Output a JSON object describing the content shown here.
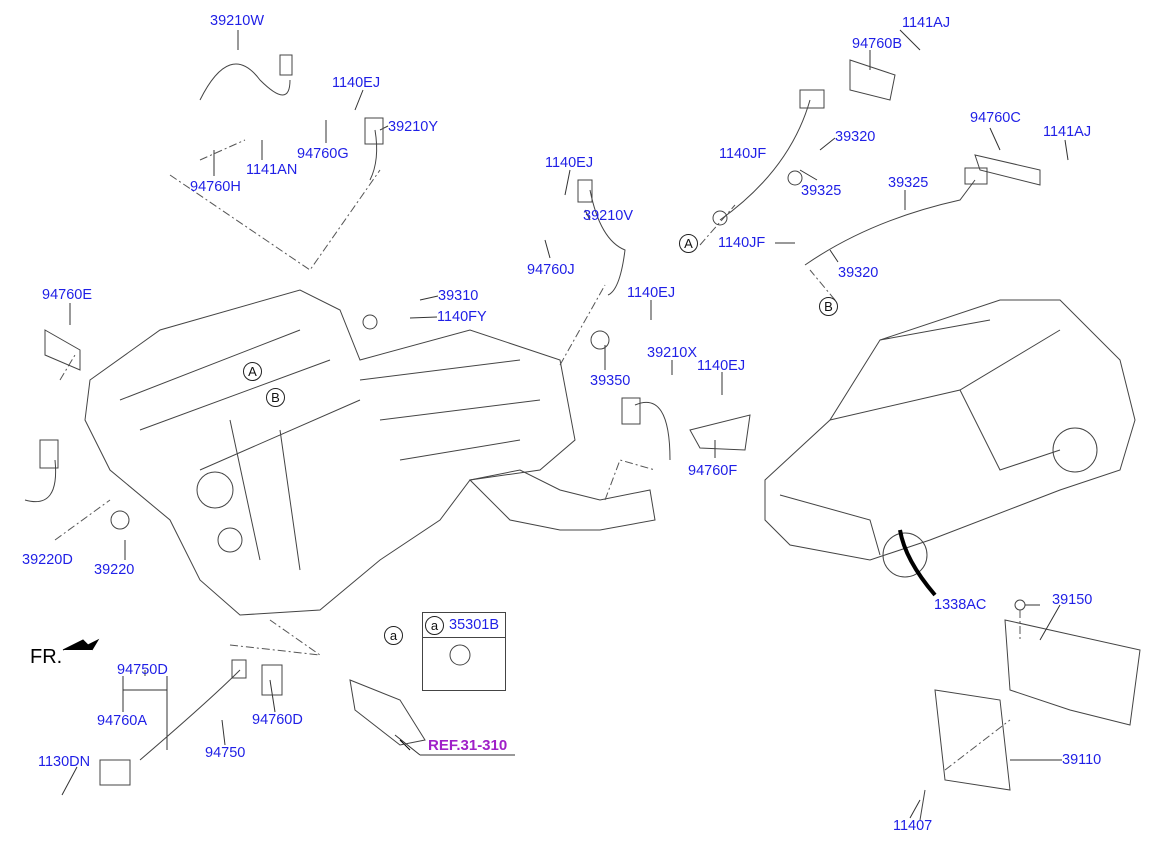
{
  "diagram": {
    "labels": [
      "39210W",
      "1140EJ",
      "39210Y",
      "94760G",
      "1141AN",
      "94760H",
      "1140EJ",
      "39210V",
      "94760J",
      "94760E",
      "39310",
      "1140FY",
      "1140EJ",
      "39350",
      "39210X",
      "1140EJ",
      "94760F",
      "39220D",
      "39220",
      "1141AJ",
      "94760B",
      "39320",
      "1140JF",
      "39325",
      "94760C",
      "1141AJ",
      "39325",
      "1140JF",
      "39320",
      "94750D",
      "94760A",
      "1130DN",
      "94750",
      "94760D",
      "1338AC",
      "39150",
      "39110",
      "11407"
    ],
    "callouts": [
      "A",
      "B",
      "A",
      "B",
      "a"
    ],
    "legend": {
      "marker": "a",
      "part": "35301B"
    },
    "reference": "REF.31-310",
    "direction": "FR.",
    "colors": {
      "part_label": "#1f1fe6",
      "reference": "#a020c8",
      "line": "#222222"
    }
  }
}
